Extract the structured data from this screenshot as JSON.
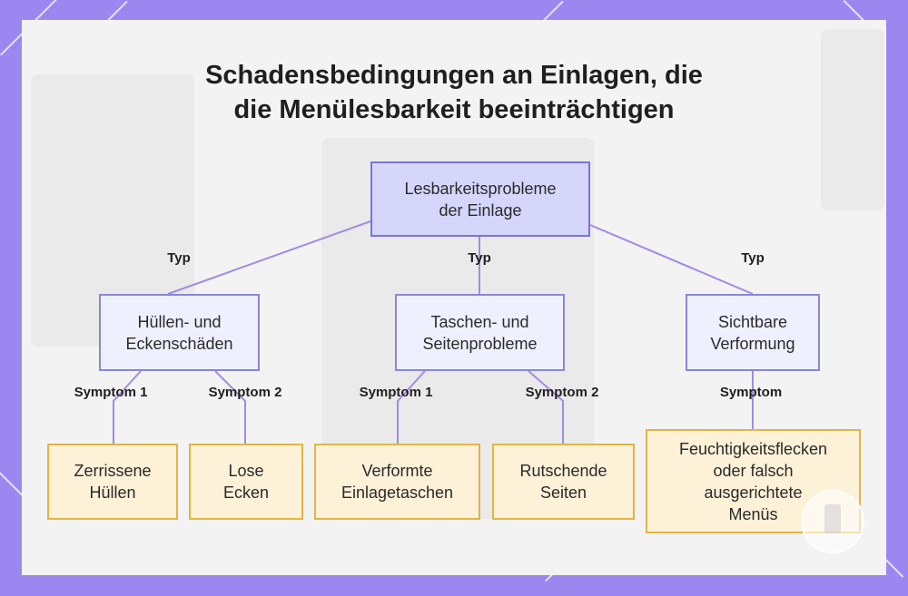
{
  "title": {
    "line1": "Schadensbedingungen an Einlagen, die",
    "line2": "die Menülesbarkeit beeinträchtigen"
  },
  "root": {
    "line1": "Lesbarkeitsprobleme",
    "line2": "der Einlage"
  },
  "categories": [
    {
      "edge_label": "Typ",
      "line1": "Hüllen- und",
      "line2": "Eckenschäden"
    },
    {
      "edge_label": "Typ",
      "line1": "Taschen- und",
      "line2": "Seitenprobleme"
    },
    {
      "edge_label": "Typ",
      "line1": "Sichtbare",
      "line2": "Verformung"
    }
  ],
  "symptoms": [
    {
      "edge_label": "Symptom 1",
      "lines": [
        "Zerrissene",
        "Hüllen"
      ]
    },
    {
      "edge_label": "Symptom 2",
      "lines": [
        "Lose",
        "Ecken"
      ]
    },
    {
      "edge_label": "Symptom 1",
      "lines": [
        "Verformte",
        "Einlagetaschen"
      ]
    },
    {
      "edge_label": "Symptom 2",
      "lines": [
        "Rutschende",
        "Seiten"
      ]
    },
    {
      "edge_label": "Symptom",
      "lines": [
        "Feuchtigkeitsflecken",
        "oder falsch",
        "ausgerichtete",
        "Menüs"
      ]
    }
  ],
  "colors": {
    "frame": "#9b87f0",
    "root_fill": "#d6d6fb",
    "category_fill": "#eef1fd",
    "symptom_fill": "#fdf1d8",
    "symptom_border": "#e4b444",
    "connector": "#a08be6"
  }
}
